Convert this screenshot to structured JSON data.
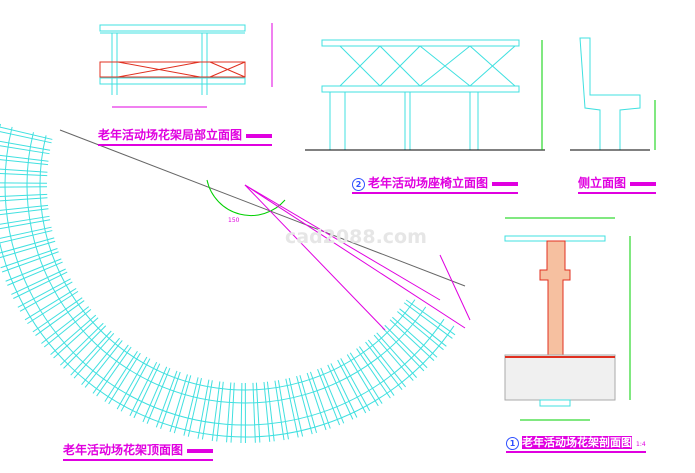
{
  "titles": {
    "partial_elevation": "老年活动场花架局部立面图",
    "bench_elevation": "老年活动场座椅立面图",
    "bench_number": "2",
    "side_elevation": "侧立面图",
    "section": "老年活动场花架剖面图",
    "section_number": "1",
    "section_scale": "1:4",
    "top_view": "老年活动场花架顶面图"
  },
  "annotations": {
    "angle": "150"
  },
  "watermark": "cad2088.com",
  "colors": {
    "cyan": "#40e0e0",
    "magenta": "#e000e0",
    "green": "#00d000",
    "red": "#e03020"
  }
}
